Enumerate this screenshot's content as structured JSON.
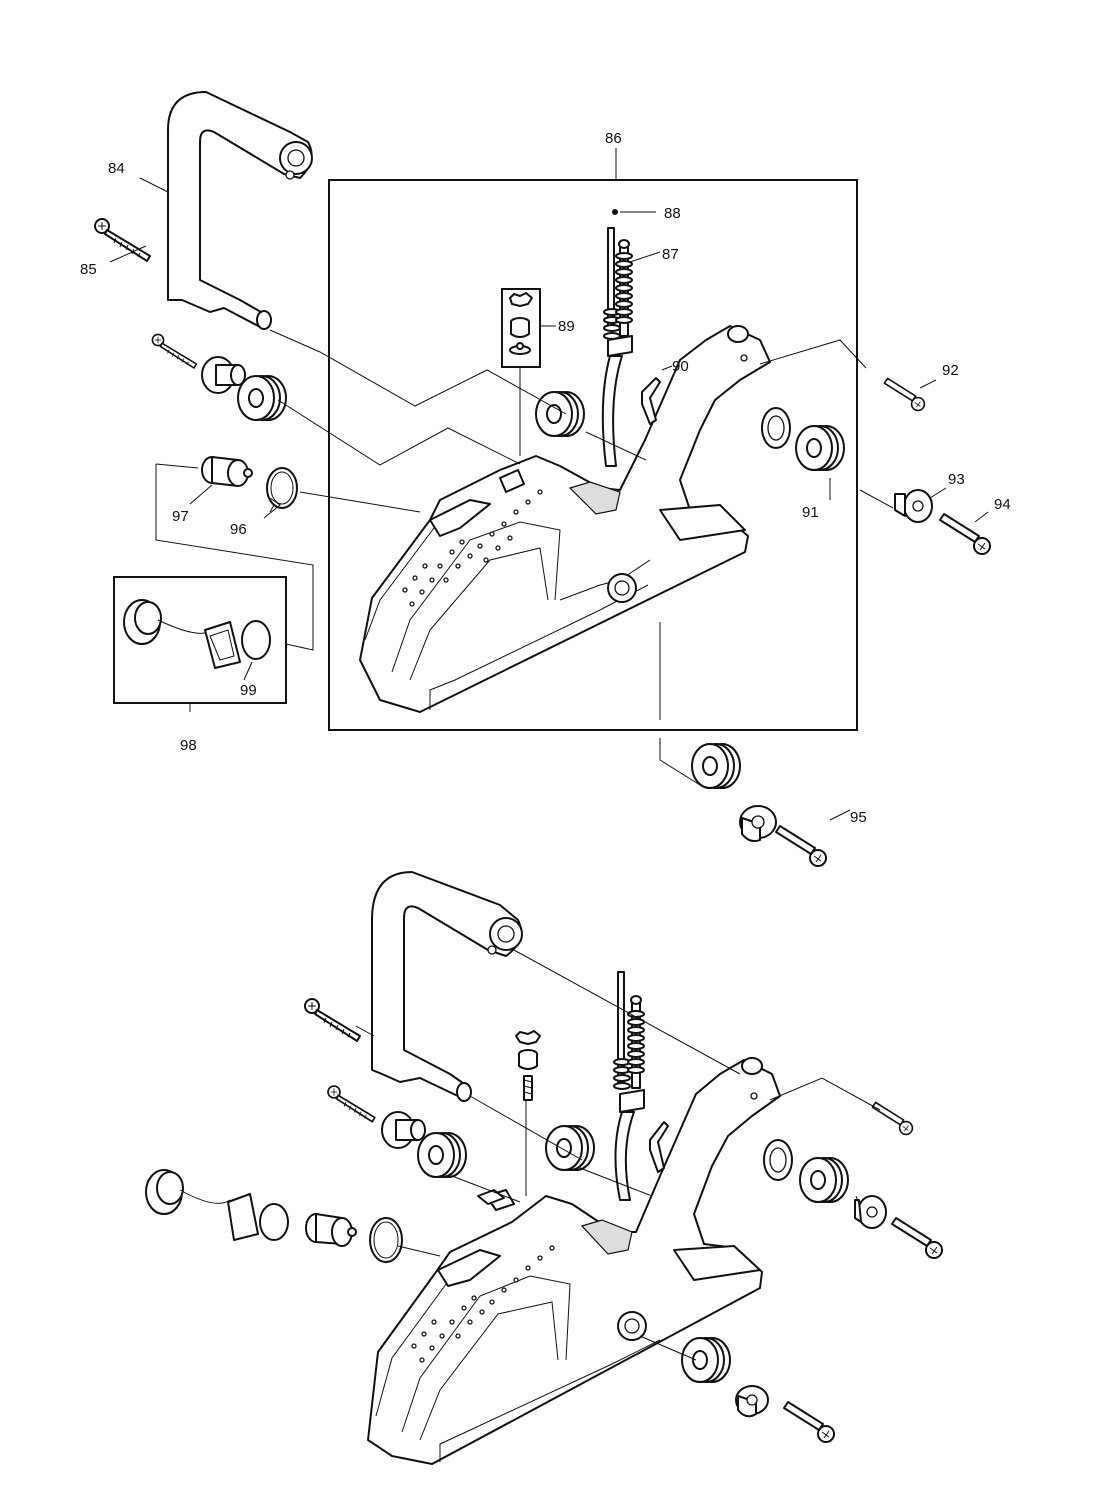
{
  "callouts": {
    "c84": "84",
    "c85": "85",
    "c86": "86",
    "c87": "87",
    "c88": "88",
    "c89": "89",
    "c90": "90",
    "c91": "91",
    "c92": "92",
    "c93": "93",
    "c94": "94",
    "c95": "95",
    "c96": "96",
    "c97": "97",
    "c98": "98",
    "c99": "99"
  }
}
